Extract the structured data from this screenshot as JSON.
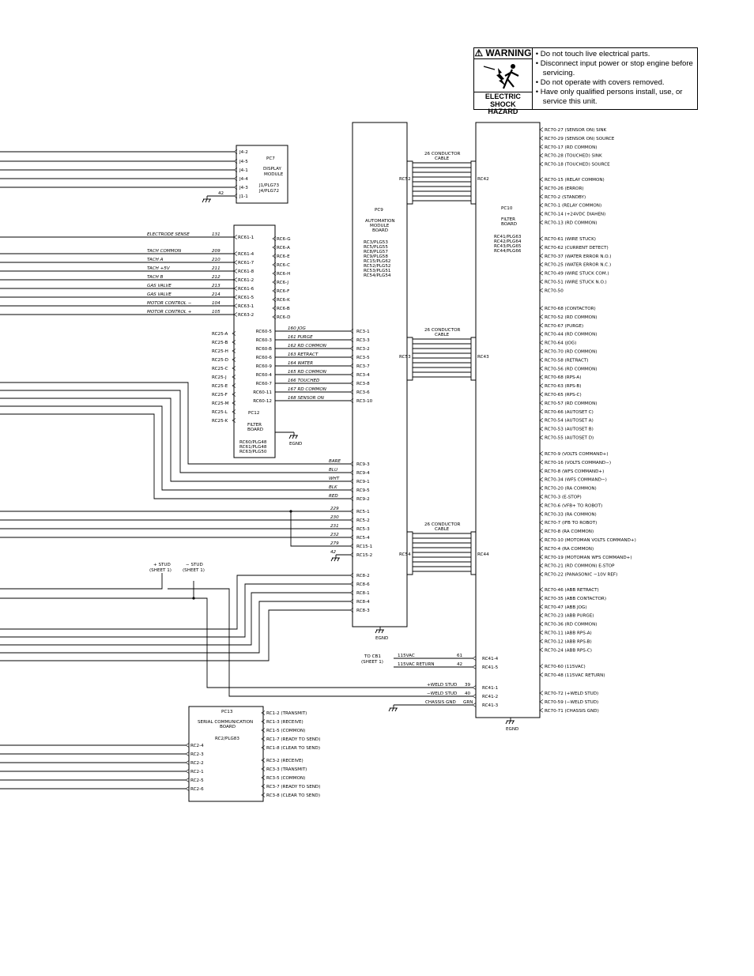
{
  "warning": {
    "title": "⚠ WARNING",
    "hazard": "ELECTRIC SHOCK HAZARD",
    "items": [
      "• Do not touch live electrical parts.",
      "• Disconnect input power or stop engine before servicing.",
      "• Do not operate with covers removed.",
      "• Have only qualified persons install, use, or service this unit."
    ]
  },
  "pc7": {
    "name": "PC7",
    "title": [
      "DISPLAY",
      "MODULE"
    ],
    "plugs": [
      "J1/PLG73",
      "J4/PLG72"
    ],
    "pins": [
      "J4-2",
      "J4-5",
      "J4-1",
      "J4-4",
      "J4-3",
      "J1-1"
    ],
    "wire42": "42"
  },
  "pc12": {
    "name": "PC12",
    "title": [
      "FILTER",
      "BOARD"
    ],
    "plugs": [
      "RC60/PLG48",
      "RC61/PLG48",
      "RC63/PLG50"
    ],
    "upper_left": [
      "RC61-1",
      "RC61-4",
      "RC61-7",
      "RC61-8",
      "RC61-2",
      "RC61-6",
      "RC61-5",
      "RC63-1",
      "RC63-2"
    ],
    "upper_right": [
      "RC6-G",
      "RC6-A",
      "RC6-E",
      "RC6-C",
      "RC6-H",
      "RC6-J",
      "RC6-F",
      "RC6-K",
      "RC6-B",
      "RC6-D"
    ],
    "upper_wires": [
      "ELECTRODE SENSE",
      "TACH COMMON",
      "TACH A",
      "TACH +5V",
      "TACH B",
      "GAS VALVE",
      "GAS VALVE",
      "MOTOR CONTROL −",
      "MOTOR CONTROL +"
    ],
    "upper_nums": [
      "131",
      "209",
      "210",
      "211",
      "212",
      "213",
      "214",
      "104",
      "105"
    ],
    "rc25": [
      "RC25-A",
      "RC25-B",
      "RC25-H",
      "RC25-D",
      "RC25-C",
      "RC25-J",
      "RC25-E",
      "RC25-F",
      "RC25-M",
      "RC25-L",
      "RC25-K"
    ],
    "rc60": [
      "RC60-5",
      "RC60-3",
      "RC60-B",
      "RC60-6",
      "RC60-9",
      "RC60-4",
      "RC60-7",
      "RC60-11",
      "RC60-12"
    ]
  },
  "pc9": {
    "name": "PC9",
    "title": [
      "AUTOMATION",
      "MODULE",
      "BOARD"
    ],
    "plugs": [
      "RC3/PLG53",
      "RC5/PLG55",
      "RC8/PLG57",
      "RC9/PLG58",
      "RC15/PLG62",
      "RC52/PLG52",
      "RC53/PLG51",
      "RC54/PLG54"
    ],
    "rc3": [
      "RC3-1",
      "RC3-3",
      "RC3-2",
      "RC3-5",
      "RC3-7",
      "RC3-4",
      "RC3-8",
      "RC3-6",
      "RC3-10"
    ],
    "rc3_nums": [
      "160",
      "161",
      "162",
      "163",
      "164",
      "165",
      "166",
      "167",
      "168"
    ],
    "rc3_wires": [
      "JOG",
      "PURGE",
      "RD COMMON",
      "RETRACT",
      "WATER",
      "RD COMMON",
      "TOUCHED",
      "RD COMMON",
      "SENSOR ON"
    ],
    "rc9": [
      "RC9-3",
      "RC9-4",
      "RC9-1",
      "RC9-5",
      "RC9-2"
    ],
    "rc9_wires": [
      "BARE",
      "BLU",
      "WHT",
      "BLK",
      "RED"
    ],
    "rc5": [
      "RC5-1",
      "RC5-2",
      "RC5-3",
      "RC5-4",
      "RC15-1",
      "RC15-2"
    ],
    "rc5_nums": [
      "229",
      "230",
      "231",
      "232",
      "279",
      "42"
    ],
    "rc8": [
      "RC8-2",
      "RC8-6",
      "RC8-1",
      "RC8-4",
      "RC8-3"
    ]
  },
  "pc10": {
    "name": "PC10",
    "title": [
      "FILTER",
      "BOARD"
    ],
    "plugs": [
      "RC41/PLG63",
      "RC42/PLG64",
      "RC43/PLG65",
      "RC44/PLG66"
    ]
  },
  "cables": {
    "label1": "26 CONDUCTOR",
    "label2": "CABLE",
    "left": [
      "RC52",
      "RC53",
      "RC54"
    ],
    "right": [
      "RC42",
      "RC43",
      "RC44"
    ]
  },
  "rc70": [
    "RC70-27 (SENSOR ON) SINK",
    "RC70-29 (SENSOR ON) SOURCE",
    "RC70-17 (RD COMMON)",
    "RC70-28 (TOUCHED) SINK",
    "RC70-18 (TOUCHED) SOURCE",
    "RC70-15 (RELAY COMMON)",
    "RC70-26 (ERROR)",
    "RC70-2 (STANDBY)",
    "RC70-1 (RELAY COMMON)",
    "RC70-14 (+24VDC DIAHEN)",
    "RC70-13 (RD COMMON)",
    "RC70-61 (WIRE STUCK)",
    "RC70-62 (CURRENT DETECT)",
    "RC70-37 (WATER ERROR N.O.)",
    "RC70-25 (WATER ERROR N.C.)",
    "RC70-49 (WIRE STUCK COM.)",
    "RC70-51 (WIRE STUCK N.O.)",
    "RC70-50",
    "RC70-68 (CONTACTOR)",
    "RC70-52 (RD COMMON)",
    "RC70-67 (PURGE)",
    "RC70-44 (RD COMMON)",
    "RC70-64 (JOG)",
    "RC70-70 (RD COMMON)",
    "RC70-58 (RETRACT)",
    "RC70-56 (RD COMMON)",
    "RC70-68 (RPS-A)",
    "RC70-63 (RPS-B)",
    "RC70-65 (RPS-C)",
    "RC70-57 (RD COMMON)",
    "RC70-66 (AUTOSET C)",
    "RC70-54 (AUTOSET A)",
    "RC70-53 (AUTOSET B)",
    "RC70-55 (AUTOSET D)",
    "RC70-9 (VOLTS COMMAND+)",
    "RC70-16 (VOLTS COMMAND−)",
    "RC70-8 (WFS COMMAND+)",
    "RC70-34 (WFS COMMAND−)",
    "RC70-20 (RA COMMON)",
    "RC70-3 (E-STOP)",
    "RC70-6 (VFB+ TO ROBOT)",
    "RC70-33 (RA COMMON)",
    "RC70-7 (IFB TO ROBOT)",
    "RC70-8 (RA COMMON)",
    "RC70-10 (MOTOMAN VOLTS COMMAND+)",
    "RC70-4 (RA COMMON)",
    "RC70-19 (MOTOMAN WFS COMMAND+)",
    "RC70-21 (RD COMMON) E-STOP",
    "RC70-22 (PANASONIC −10V REF)",
    "RC70-46 (ABB RETRACT)",
    "RC70-35 (ABB CONTACTOR)",
    "RC70-47 (ABB JOG)",
    "RC70-23 (ABB PURGE)",
    "RC70-36 (RD COMMON)",
    "RC70-11 (ABB RPS-A)",
    "RC70-12 (ABB RPS-B)",
    "RC70-24 (ABB RPS-C)",
    "RC70-60 (115VAC)",
    "RC70-48 (115VAC RETURN)",
    "RC70-72 (+WELD STUD)",
    "RC70-59 (−WELD STUD)",
    "RC70-71 (CHASSIS GND)"
  ],
  "rc41": {
    "pins": [
      "RC41-4",
      "RC41-5",
      "RC41-1",
      "RC41-2",
      "RC41-3"
    ],
    "to_cb1": [
      "TO CB1",
      "(SHEET 1)"
    ],
    "wires": [
      "115VAC",
      "115VAC RETURN",
      "+WELD STUD",
      "−WELD STUD",
      "CHASSIS GND"
    ],
    "nums": [
      "61",
      "42",
      "39",
      "40",
      "GRN"
    ]
  },
  "studs": {
    "pos": [
      "+ STUD",
      "(SHEET 1)"
    ],
    "neg": [
      "− STUD",
      "(SHEET 1)"
    ]
  },
  "pc13": {
    "name": "PC13",
    "title": [
      "SERIAL COMMUNICATION",
      "BOARD"
    ],
    "plug": "RC2/PLG83",
    "rc1": [
      "RC1-2 (TRANSMIT)",
      "RC1-3 (RECEIVE)",
      "RC1-5 (COMMON)",
      "RC1-7 (READY TO SEND)",
      "RC1-8 (CLEAR TO SEND)"
    ],
    "rc3": [
      "RC3-2 (RECEIVE)",
      "RC3-3 (TRANSMIT)",
      "RC3-5 (COMMON)",
      "RC3-7 (READY TO SEND)",
      "RC3-8 (CLEAR TO SEND)"
    ],
    "rc2": [
      "RC2-4",
      "RC2-3",
      "RC2-2",
      "RC2-1",
      "RC2-5",
      "RC2-6"
    ]
  },
  "egnd": "EGND"
}
